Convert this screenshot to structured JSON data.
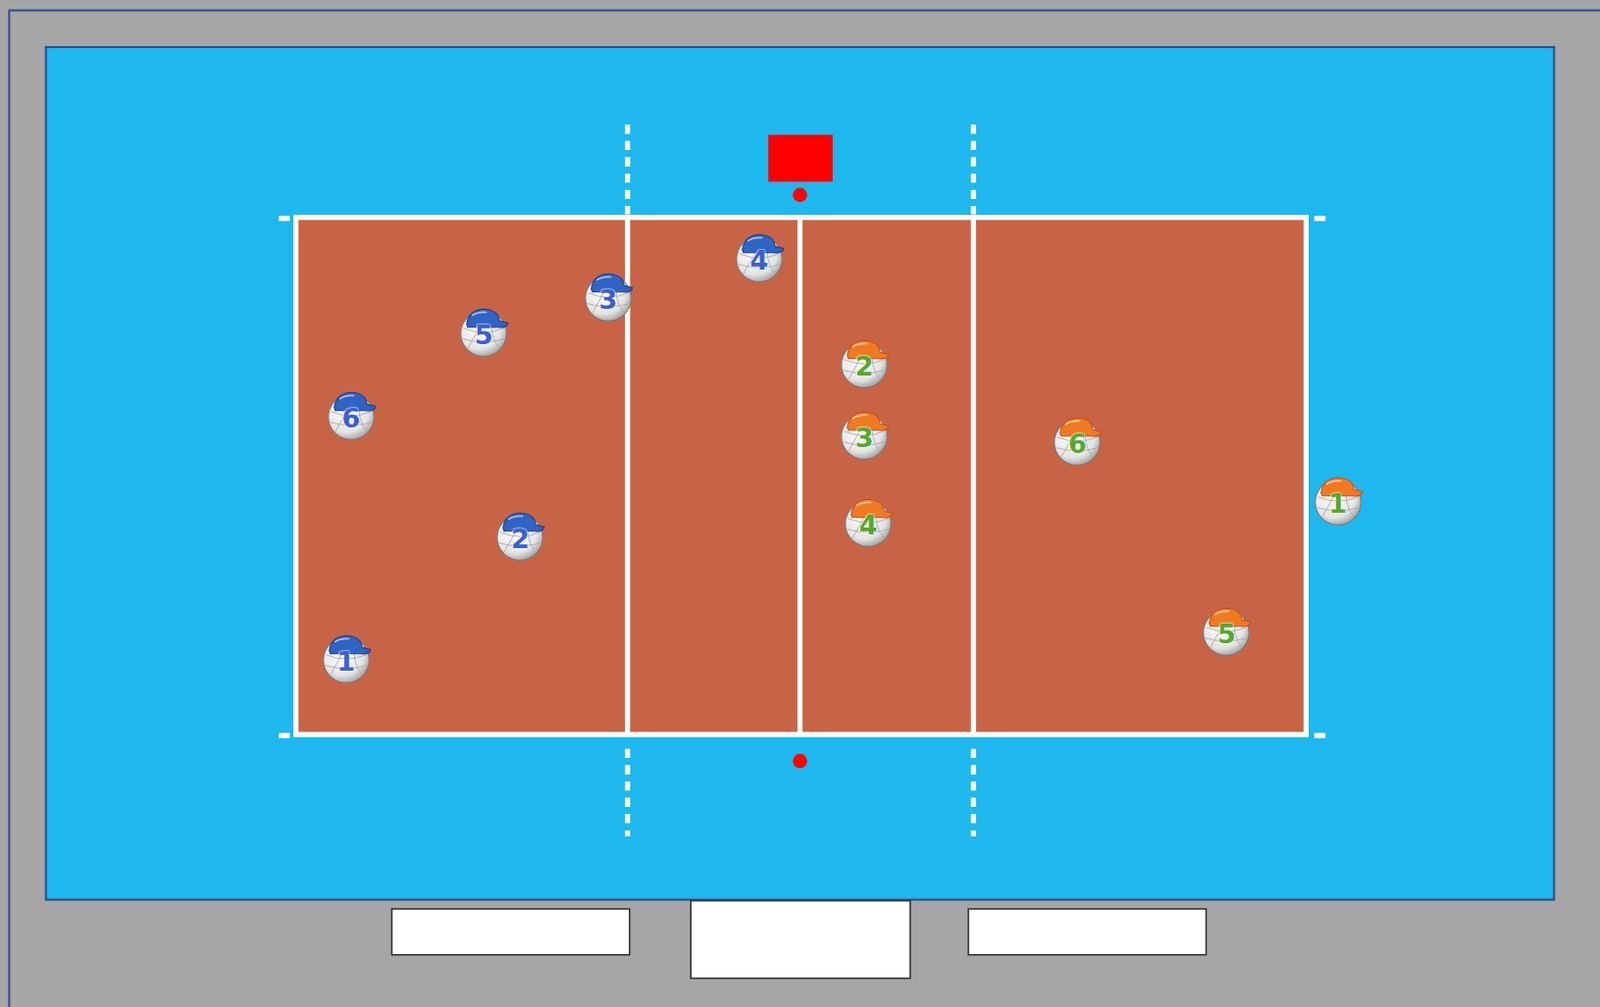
{
  "diagram": {
    "nodes": [
      {
        "text": [
          "4"
        ]
      },
      {
        "text": [
          "3"
        ]
      },
      {
        "text": [
          "5"
        ]
      },
      {
        "text": [
          "2"
        ]
      },
      {
        "text": [
          "6"
        ]
      },
      {
        "text": [
          "3"
        ]
      },
      {
        "text": [
          "6"
        ]
      },
      {
        "text": [
          "1"
        ]
      },
      {
        "text": [
          "4"
        ]
      },
      {
        "text": [
          "2"
        ]
      },
      {
        "text": [
          "5"
        ]
      },
      {
        "text": [
          "1"
        ]
      }
    ]
  }
}
